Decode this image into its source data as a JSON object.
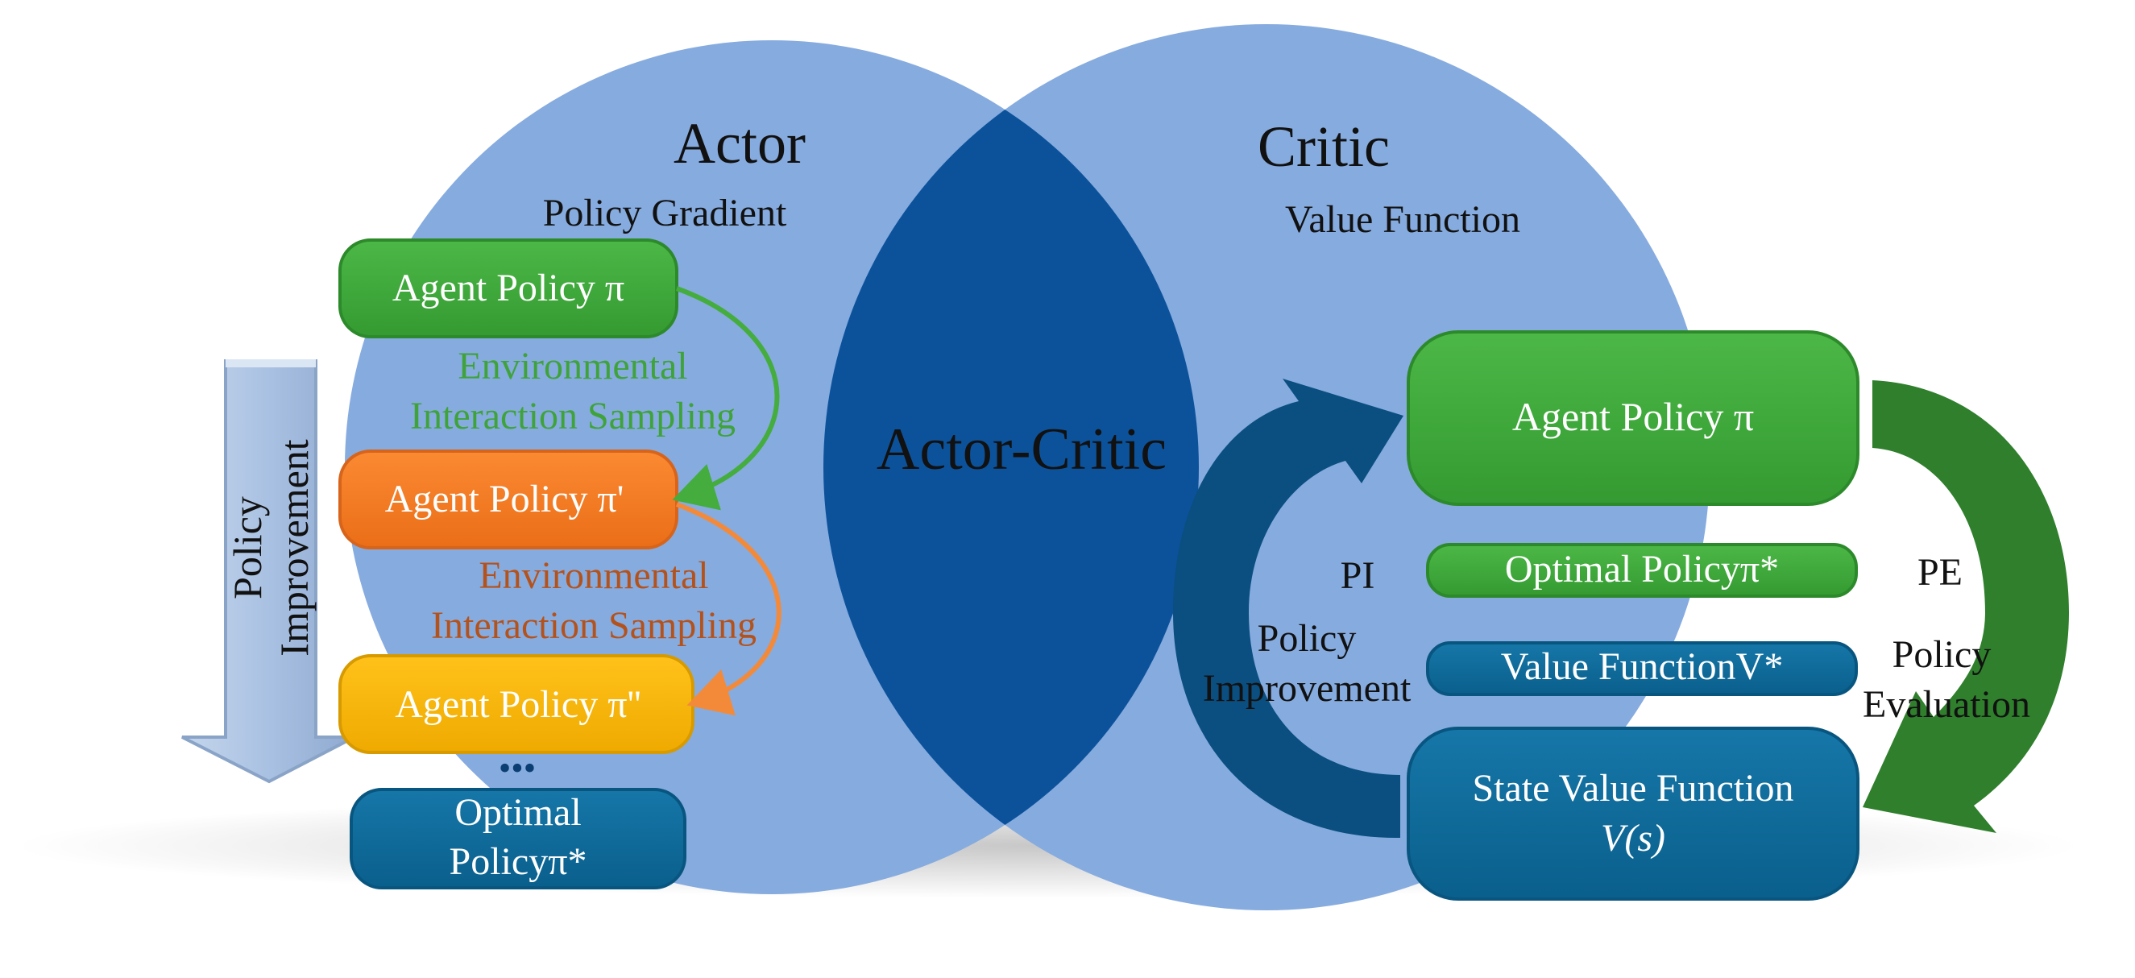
{
  "actor": {
    "title": "Actor",
    "subtitle": "Policy Gradient",
    "policy_1": "Agent Policy π",
    "policy_2": "Agent Policy π'",
    "policy_3": "Agent Policy π''",
    "sampling_1_line1": "Environmental",
    "sampling_1_line2": "Interaction Sampling",
    "sampling_2_line1": "Environmental",
    "sampling_2_line2": "Interaction Sampling",
    "ellipsis": "•••",
    "optimal_line1": "Optimal",
    "optimal_line2": "Policyπ*",
    "improvement_line1": "Policy",
    "improvement_line2": "Improvement"
  },
  "center": {
    "label": "Actor-Critic"
  },
  "critic": {
    "title": "Critic",
    "subtitle": "Value Function",
    "agent_policy": "Agent Policy π",
    "optimal_policy": "Optimal Policyπ*",
    "value_function": "Value FunctionV*",
    "state_value_line1": "State Value Function",
    "state_value_line2": "V(s)",
    "pi_abbr": "PI",
    "pi_line1": "Policy",
    "pi_line2": "Improvement",
    "pe_abbr": "PE",
    "pe_line1": "Policy",
    "pe_line2": "Evaluation"
  },
  "colors": {
    "circle": "#86abdf",
    "overlap": "#0c529b",
    "green": "#3fa33a",
    "orange": "#f47b22",
    "yellow": "#f6b400",
    "teal": "#0f6a98",
    "dark_arrow": "#0a4f80",
    "green_arrow": "#2f7f2c"
  }
}
